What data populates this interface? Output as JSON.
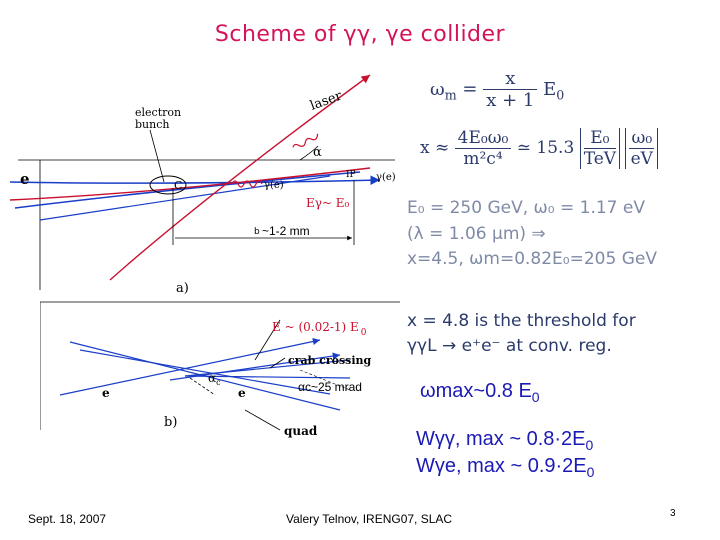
{
  "title": "Scheme of γγ, γe collider",
  "formulas": {
    "wm_lhs": "ω",
    "wm_lhs_sub": "m",
    "wm_eq": "=",
    "wm_num": "x",
    "wm_den": "x + 1",
    "wm_E0": "E",
    "wm_E0_sub": "0",
    "x_lhs": "x ≈",
    "x_num": "4E₀ω₀",
    "x_den": "m²c⁴",
    "x_approx": "≃ 15.3",
    "x_b1_num": "E₀",
    "x_b1_den": "TeV",
    "x_b2_num": "ω₀",
    "x_b2_den": "eV"
  },
  "notes": {
    "line1": "E₀ = 250  GeV,  ω₀ = 1.17  eV",
    "line2": "(λ = 1.06  μm) ⇒",
    "line3": "x=4.5,  ωm=0.82E₀=205  GeV",
    "line4": "x = 4.8  is the threshold for",
    "line5": "γγL → e⁺e⁻  at conv. reg."
  },
  "diagram_a": {
    "electron_bunch": "electron\nbunch",
    "laser": "laser",
    "alpha": "α",
    "ip": "IP",
    "gamma_e_right": "γ(e)",
    "gamma_e_mid": "γ(e)",
    "e_label": "e",
    "c_label": "C",
    "egamma": "Eγ~ E₀",
    "distance_b": "b",
    "distance": "~1-2 mm",
    "panel": "a)"
  },
  "diagram_b": {
    "energy": "E ~ (0.02-1) E",
    "energy_sub": "0",
    "crab": "crab crossing",
    "alpha_c": "αc",
    "alpha_c_val": "αc~25 mrad",
    "e_left": "e",
    "e_right": "e",
    "quad": "quad",
    "panel": "b)"
  },
  "results": {
    "omega_max": "ωmax~0.8 E",
    "omega_max_sub": "0",
    "w_gg": "Wγγ, max ~ 0.8·2E",
    "w_gg_sub": "0",
    "w_ge": "Wγe, max ~ 0.9·2E",
    "w_ge_sub": "0"
  },
  "footer": {
    "date": "Sept. 18, 2007",
    "author": "Valery Telnov, IRENG07, SLAC",
    "page": "3"
  },
  "colors": {
    "title": "#d4145a",
    "electron_line": "#1a3ec8",
    "photon_line": "#c8102e",
    "formula": "#2b3a6b",
    "note": "#7f8aa6",
    "result": "#1a1ab4"
  }
}
